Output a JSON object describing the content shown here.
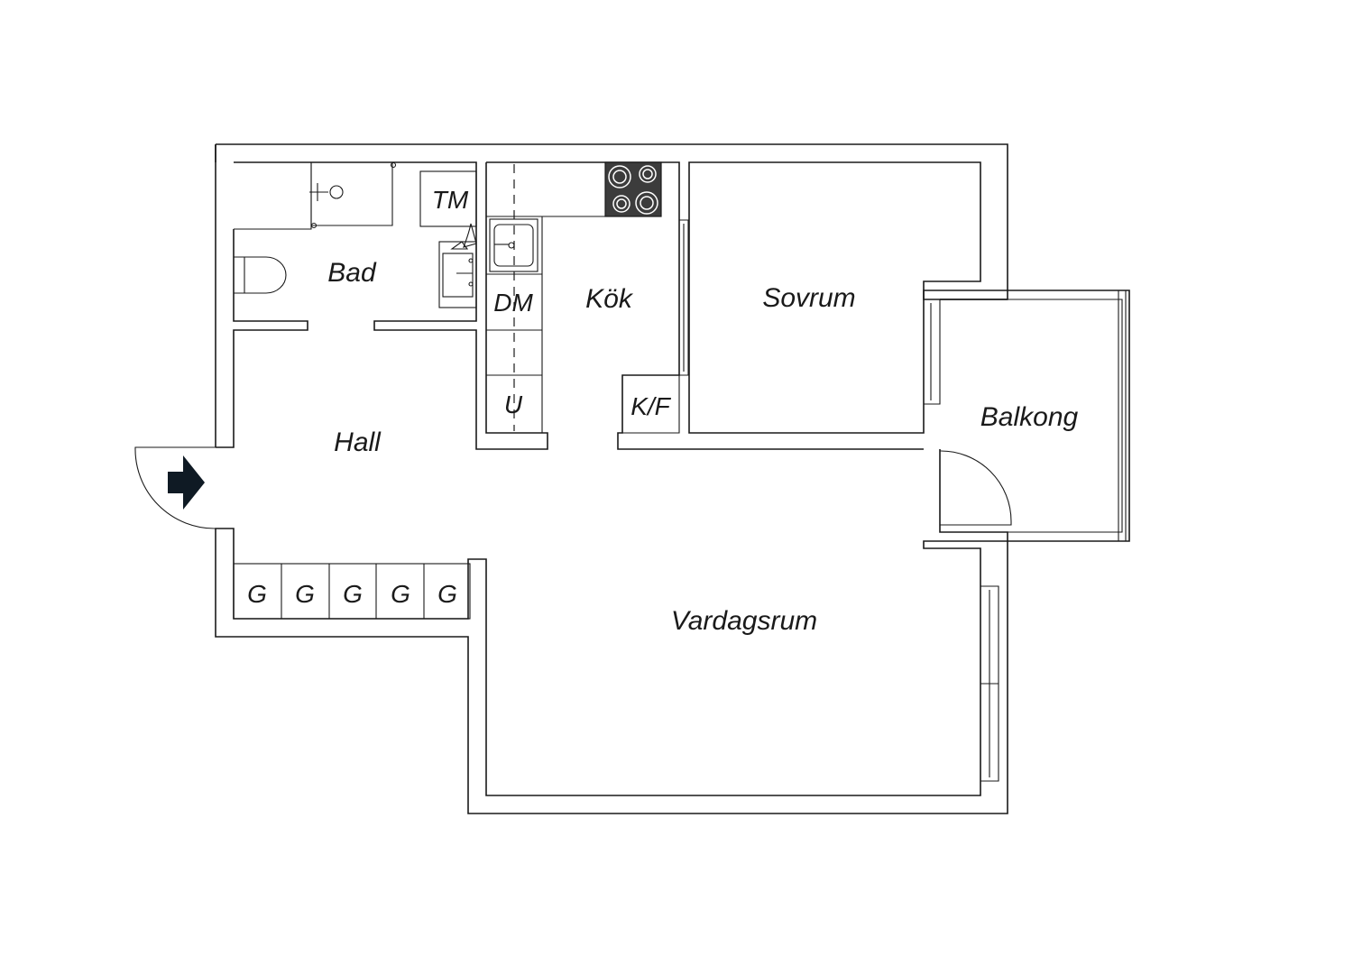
{
  "rooms": {
    "bad": "Bad",
    "kok": "Kök",
    "sovrum": "Sovrum",
    "balkong": "Balkong",
    "hall": "Hall",
    "vardagsrum": "Vardagsrum"
  },
  "appliances": {
    "tm": "TM",
    "dm": "DM",
    "u": "U",
    "kf": "K/F",
    "wardrobes": [
      "G",
      "G",
      "G",
      "G",
      "G"
    ]
  },
  "icons": {
    "entrance": "entrance-arrow-icon",
    "stove": "stove-icon",
    "sink": "sink-icon",
    "toilet": "toilet-icon",
    "shower": "shower-icon",
    "washbasin": "washbasin-icon"
  },
  "colors": {
    "line": "#1a1a1a",
    "background": "#ffffff",
    "hob": "#3c3c3c"
  }
}
